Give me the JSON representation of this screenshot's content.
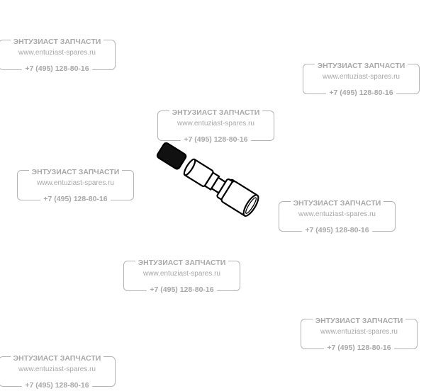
{
  "watermark": {
    "title": "ЭНТУЗИАСТ ЗАПЧАСТИ",
    "url": "www.entuziast-spares.ru",
    "phone": "+7 (495) 128-80-16"
  },
  "colors": {
    "watermark": "#a8a8a8",
    "part": "#000000"
  }
}
